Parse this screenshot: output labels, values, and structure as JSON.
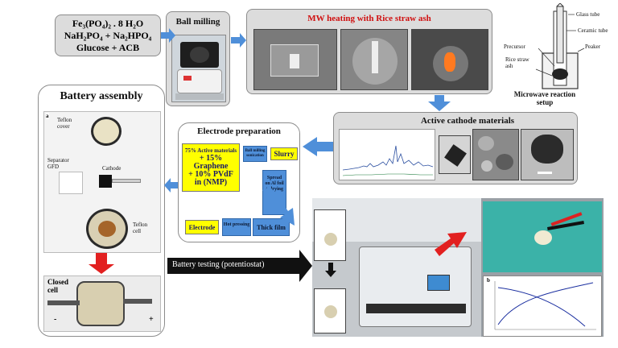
{
  "precursors": {
    "lines": [
      "Fe₃(PO₄)₂ . 8 H₂O",
      "NaH₂PO₄ + Na₂HPO₄",
      "Glucose + ACB"
    ]
  },
  "ball_milling": {
    "title": "Ball milling"
  },
  "mw_heating": {
    "title": "MW heating with Rice straw ash"
  },
  "reaction_setup": {
    "caption": "Microwave reaction setup",
    "labels": {
      "glass": "Glass tube",
      "ceramic": "Ceramic tube",
      "peaker": "Peaker",
      "precursor": "Precursor",
      "ash": "Rice straw ash"
    }
  },
  "cathode_materials": {
    "title": "Active cathode materials"
  },
  "electrode_prep": {
    "title": "Electrode preparation",
    "mix_lines": [
      "75% Active materials",
      "+ 15% Graphene",
      "+ 10% PVdF",
      "in (NMP)"
    ],
    "ball_milling_sonication": "Ball milling sonication",
    "slurry": "Slurry",
    "spread": "Spread on Al foil + drying",
    "thick_film": "Thick film",
    "hot_pressing": "Hot pressing",
    "electrode": "Electrode"
  },
  "battery_assembly": {
    "title": "Battery assembly",
    "panel_a": "a",
    "teflon_cover": "Teflon cover",
    "separator": "Separator GFD",
    "cathode": "Cathode",
    "teflon_cell": "Teflon cell",
    "closed_cell": "Closed cell",
    "minus": "-",
    "plus": "+"
  },
  "battery_testing": {
    "label": "Battery testing (potentiostat)",
    "panel_b": "b"
  },
  "colors": {
    "blue_arrow": "#4f8fd9",
    "red_arrow": "#e22020",
    "yellow": "#ffff00",
    "box_gray": "#dcdcdc"
  }
}
